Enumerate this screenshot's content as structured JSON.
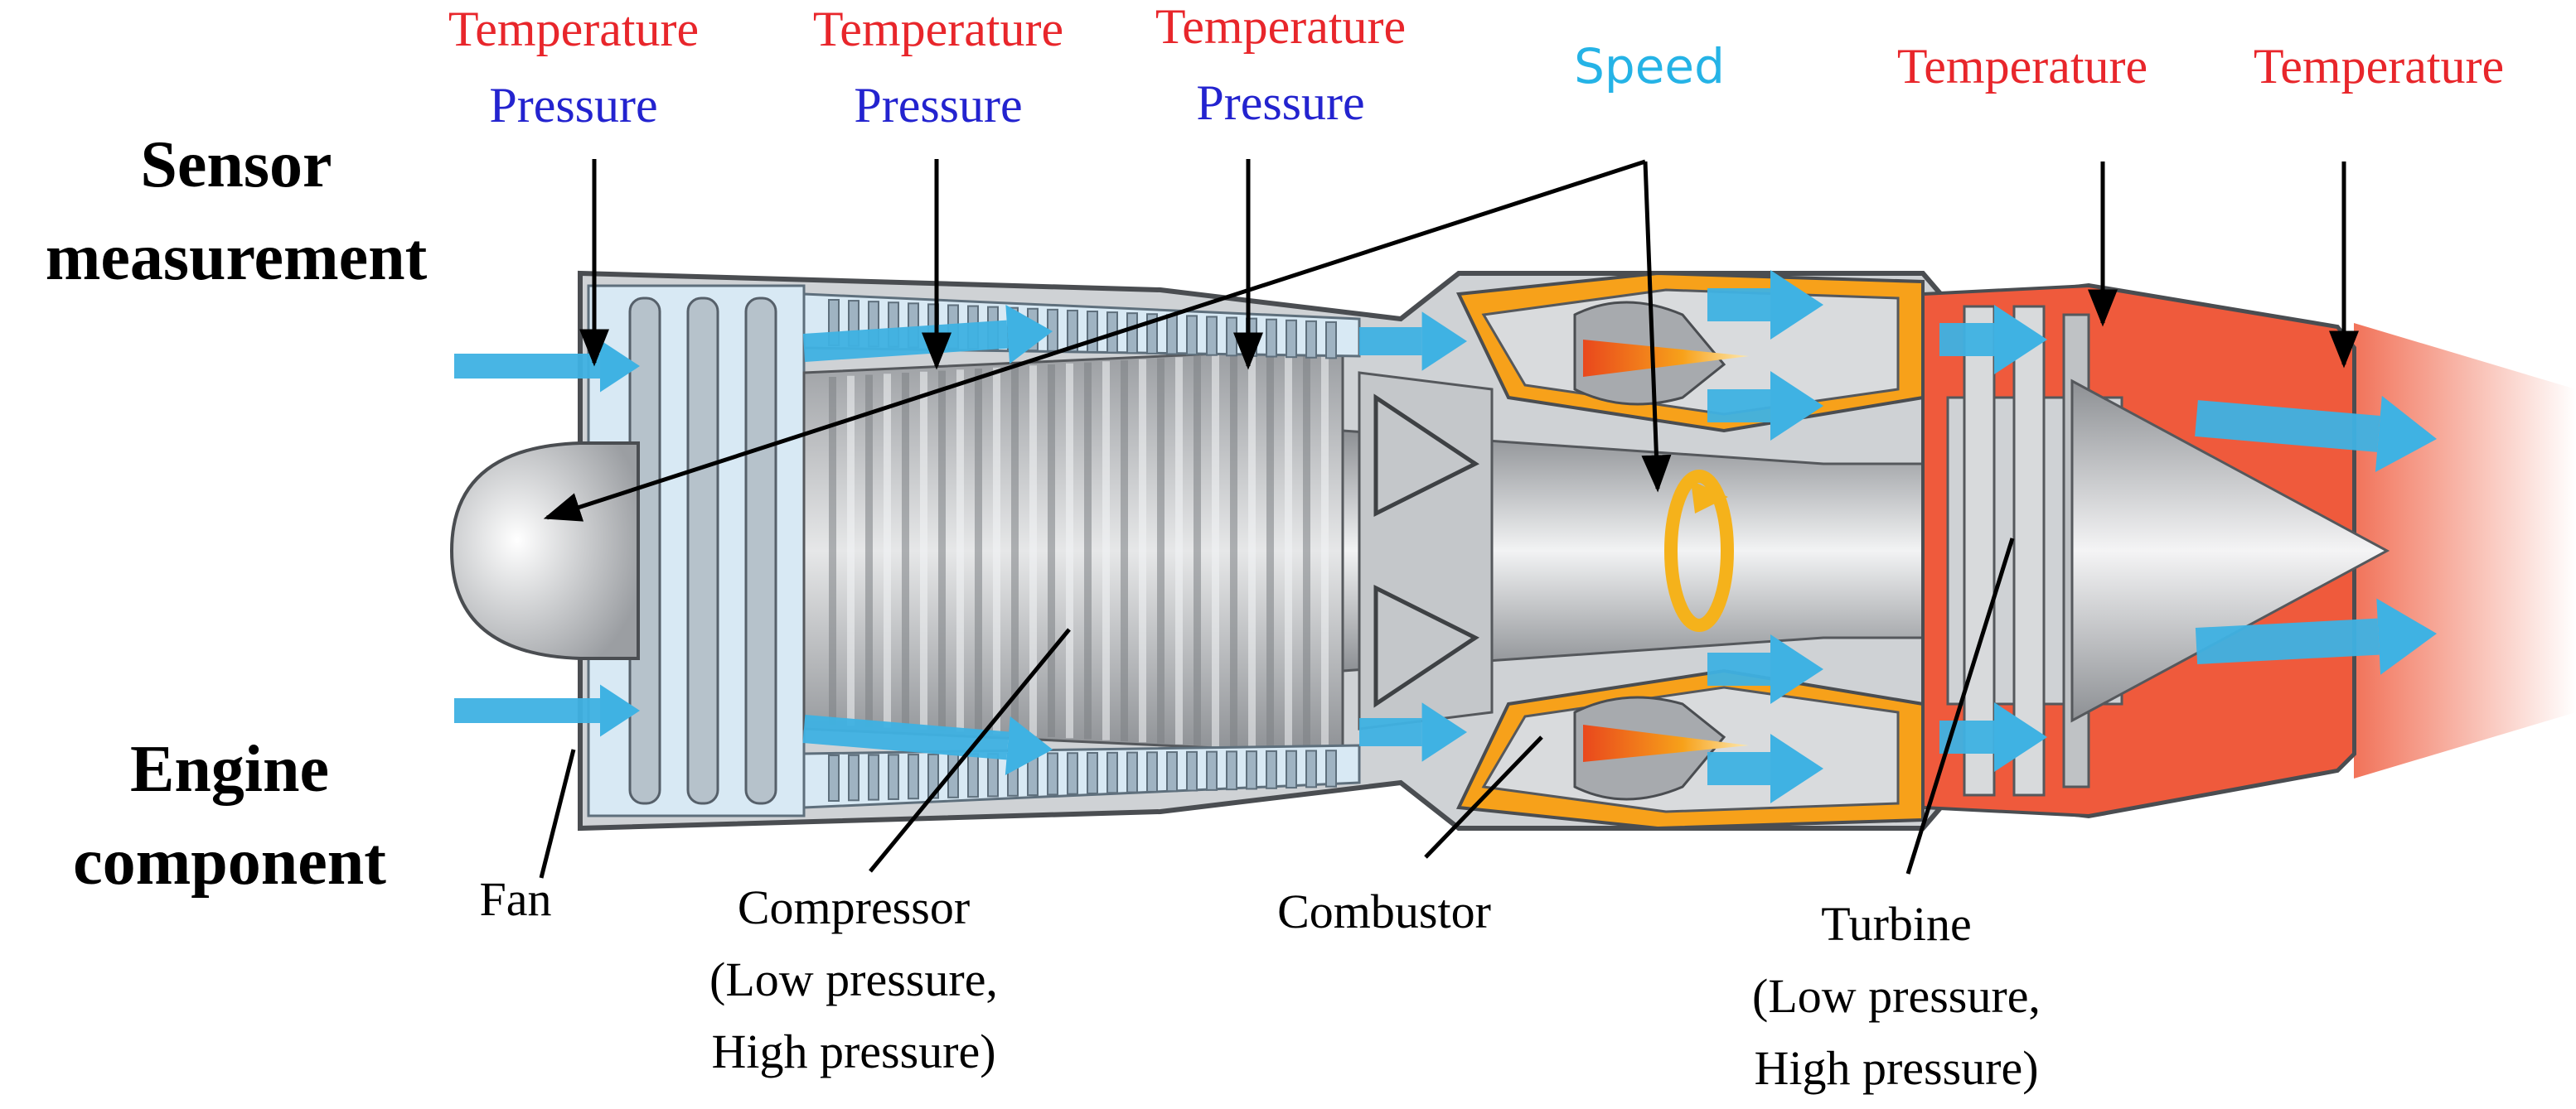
{
  "side_labels": {
    "sensor": [
      "Sensor",
      "measurement"
    ],
    "engine": [
      "Engine",
      "component"
    ]
  },
  "sensors": [
    {
      "lines": [
        "Temperature",
        "Pressure"
      ]
    },
    {
      "lines": [
        "Temperature",
        "Pressure"
      ]
    },
    {
      "lines": [
        "Temperature",
        "Pressure"
      ]
    },
    {
      "lines": [
        "Speed"
      ]
    },
    {
      "lines": [
        "Temperature"
      ]
    },
    {
      "lines": [
        "Temperature"
      ]
    }
  ],
  "components": [
    {
      "lines": [
        "Fan"
      ]
    },
    {
      "lines": [
        "Compressor",
        "(Low pressure,",
        "High pressure)"
      ]
    },
    {
      "lines": [
        "Combustor"
      ]
    },
    {
      "lines": [
        "Turbine",
        "(Low pressure,",
        "High pressure)"
      ]
    }
  ],
  "colors": {
    "temperature": "#e8262b",
    "pressure": "#2323cf",
    "speed": "#25b3e6",
    "flow_arrow": "#3fb2e3",
    "casing": "#b9bcc0",
    "combustor_orange": "#f7a11a",
    "turbine_red": "#ef5a3c"
  }
}
